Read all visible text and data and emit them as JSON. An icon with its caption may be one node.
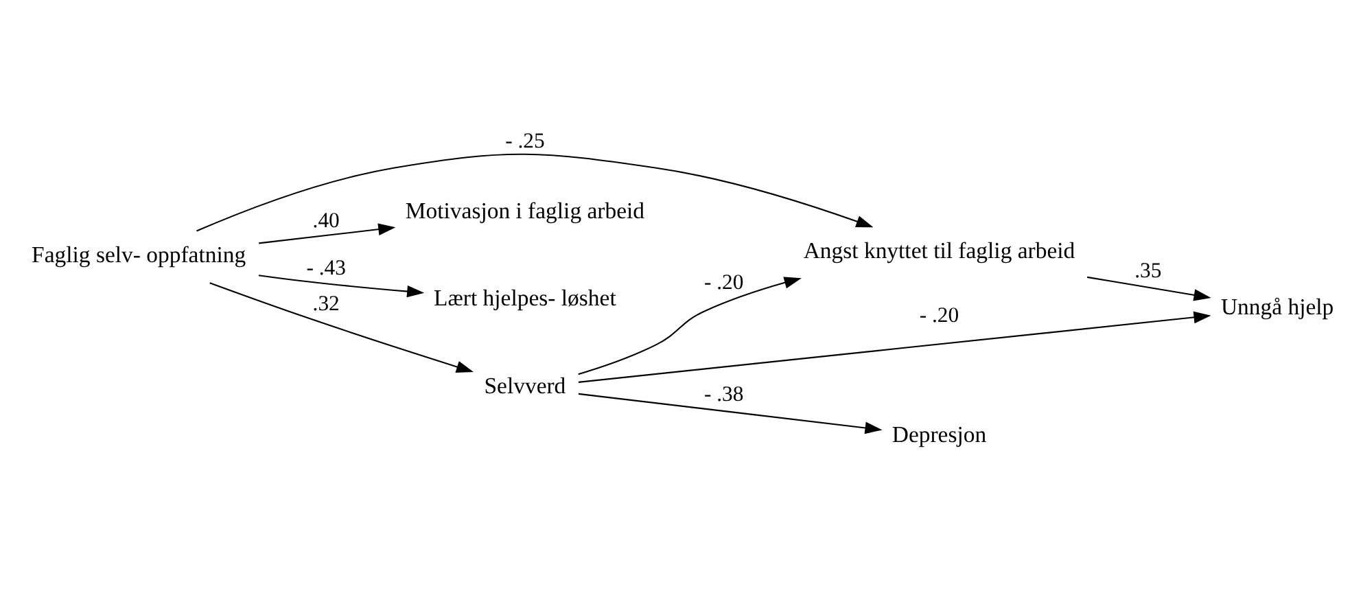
{
  "diagram": {
    "nodes": [
      {
        "text": [
          "Faglig selv- oppfatning"
        ]
      },
      {
        "text": [
          "Angst knyttet til faglig arbeid"
        ]
      },
      {
        "text": [
          "Unngå hjelp"
        ]
      },
      {
        "text": [
          "Motivasjon i faglig arbeid"
        ]
      },
      {
        "text": [
          "Lært hjelpes- løshet"
        ]
      },
      {
        "text": [
          "Selvverd"
        ]
      },
      {
        "text": [
          "Depresjon"
        ]
      }
    ],
    "edges": [
      {
        "from": 0,
        "to": 1,
        "arrow": "to",
        "label": "- .25"
      },
      {
        "from": 0,
        "to": 3,
        "arrow": "to",
        "label": ".40"
      },
      {
        "from": 0,
        "to": 4,
        "arrow": "to",
        "label": "- .43"
      },
      {
        "from": 0,
        "to": 5,
        "arrow": "to",
        "label": ".32"
      },
      {
        "from": 5,
        "to": 1,
        "arrow": "to",
        "label": "- .20"
      },
      {
        "from": 5,
        "to": 2,
        "arrow": "to",
        "label": "- .20"
      },
      {
        "from": 1,
        "to": 2,
        "arrow": "to",
        "label": ".35"
      },
      {
        "from": 5,
        "to": 6,
        "arrow": "to",
        "label": "- .38"
      }
    ]
  }
}
